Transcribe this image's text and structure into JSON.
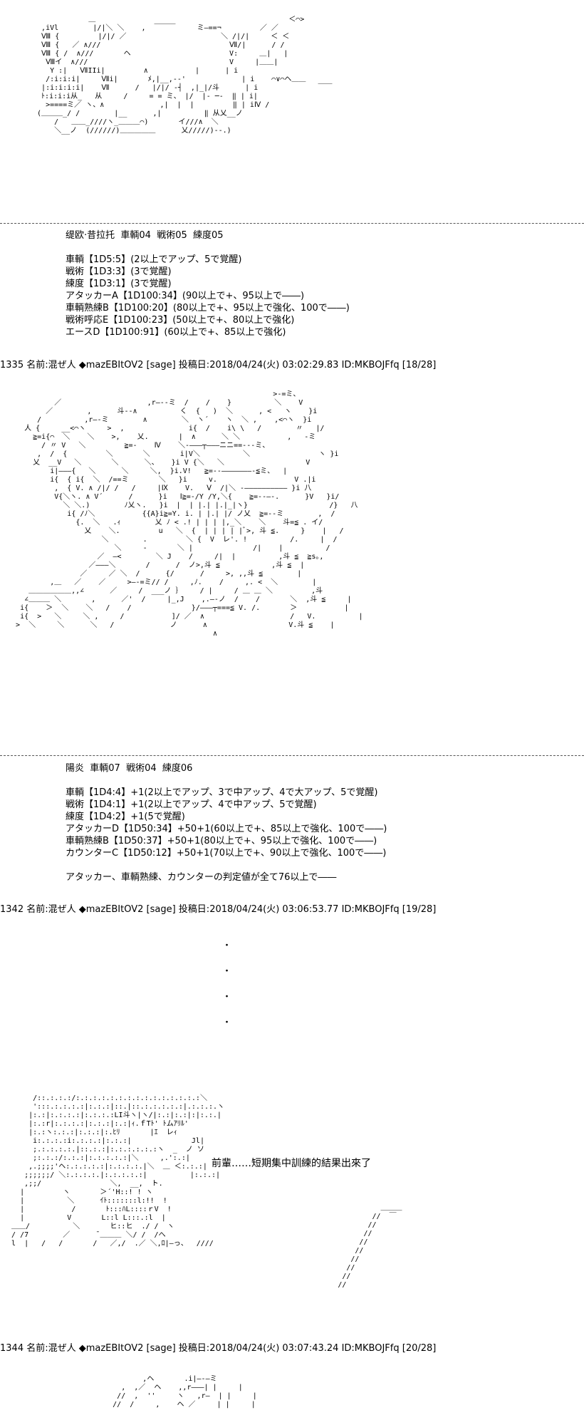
{
  "block1": {
    "title": "缇欧·昔拉托  車輌04  戦術05  練度05",
    "lines": [
      "車輌【1D5:5】(2以上でアップ、5で覚醒)",
      "戦術【1D3:3】(3で覚醒)",
      "練度【1D3:1】(3で覚醒)",
      "アタッカーA【1D100:34】(90以上で+、95以上で――)",
      "車輌熟練B【1D100:20】(80以上で+、95以上で強化、100で――)",
      "戦術呼応E【1D100:23】(50以上で+、80以上で強化)",
      "エースD【1D100:91】(60以上で+、85以上で強化)"
    ]
  },
  "post1335": {
    "header": "1335 名前:混ぜ人 ◆mazEBItOV2 [sage] 投稿日:2018/04/24(火) 03:02:29.83 ID:MKBOJFfq [18/28]"
  },
  "block2": {
    "title": "陽炎  車輌07  戦術04  練度06",
    "lines": [
      "車輌【1D4:4】+1(2以上でアップ、3で中アップ、4で大アップ、5で覚醒)",
      "戦術【1D4:1】+1(2以上でアップ、4で中アップ、5で覚醒)",
      "練度【1D4:2】+1(5で覚醒)",
      "アタッカーD【1D50:34】+50+1(60以上で+、85以上で強化、100で――)",
      "車輌熟練B【1D50:37】+50+1(80以上で+、95以上で強化、100で――)",
      "カウンターC【1D50:12】+50+1(70以上で+、90以上で強化、100で――)"
    ],
    "note": "アタッカー、車輌熟練、カウンターの判定値が全て76以上で――"
  },
  "post1342": {
    "header": "1342 名前:混ぜ人 ◆mazEBItOV2 [sage] 投稿日:2018/04/24(火) 03:06:53.77 ID:MKBOJFfq [19/28]"
  },
  "dots": [
    "・",
    "・",
    "・",
    "・"
  ],
  "dialogue": {
    "text": "前輩……短期集中訓練的結果出來了"
  },
  "post1344": {
    "header": "1344 名前:混ぜ人 ◆mazEBItOV2 [sage] 投稿日:2018/04/24(火) 03:07:43.24 ID:MKBOJFfq [20/28]"
  },
  "ascii_art": {
    "art1": "              ＿                                             ＜⌒>\n   ,iVl        |/|＼ ＼    ,  ￣￣￣     ミ―==¬         ／ ／\n   Ⅷ {         |/|/ ／                      ＼ /|/|     ＜ ＜\n   Ⅷ {   ／ ∧///                              Ⅶ/|      / /\n   Ⅷ { /  ∧///       ヘ                       V:     ＿|   |\n    Ⅷイ  ∧///                                 V     |＿＿|\n     Y :|   ⅦIIi|         ∧           |      | i\n    /:i:i:i|     Ⅶi|       ﾒ,|__,-‐'             | i    ⌒∨⌒ヘ＿＿\n   |:i:i:i:i|    Ⅶ      /   |/|/ ‐┤  ,|_|/斗      | i              ￣￣\n   ﾄ:i:i:i从_   从     /     = = ミ、 |/  |‐ ─‐  ‖ | i|\n    >====ミ／ ヽ、∧             ,|  |  |         ‖ | iⅣ /\n  (＿＿＿_/ /        |__      ,|          ‖ 从乂__ノ\n      /   ＿＿_////ヽ_＿＿＿⌒)       イ///∧  ＼\n      ＼__ノ  (//////)＿＿＿＿＿      乂/////)‐-.)",
    "art2": "                                                               >‐=ミ、\n            ／                    ,r―‐‐ミ  /    /    }          ＼    V\n          ／        ,      斗‐-∧          く  {   )  ＼      , <   ヽ    }i\n        /          ,r―‐ミ        ∧        ＼  ヽ´    ヽ  ＼ ,    ,<⌒ヽ  }i\n     人 {     __<⌒ヽ     >  ,               i{  /    i\\ \\   /        〃   |/\n       ≧=i{⌒  ＼    ＼    >,    乂.       |  ∧      ＼ ＼           ,   ‐ミ\n         / 〃 V   ＼         ≧=‐    Ⅳ    ＼‐―――┬―――ニニ==‐‐-ミ、\n        ,  /  {         ＼       ＼       i|V＼          ＼                ヽ }i\n       乂  __V   ＼       ＼      ＼、   }i V {＼   ＼                   V\n           i|―――{   ＼      ＼     ＼,  }i.V!   ≧=‐‐―――――――‐≦ミ、  |\n           i{  { i{  ＼  /==ミ       ＼   }i     v.                  V .|i\n            ,  { V. ∧ /|/ /   /     |Ⅸ    V.   Ⅴ  /|＼ ‐―――――――――― }i 八\n            V{＼ヽ. ∧ V´      /      }i   Ⅰ≧=‐/Y /Y,＼{    ≧=‐‐―‐.      }V   }i/\n              ＼ ＼.)        ﾉ乂ヽ.   }i  |  | |.| |.|_|ヽ}                   /}   八\n               i{ /ﾉ＼           {{A}i≧=Y. i. | |.| |/ ノ乂  ≧=‐‐ミ        ,  / \n                 {.  ＼   .ｨ        乂 ﾉ < .! | | | |,_＼    ＼    斗=≦ . イ/\n                   乂    ＼.         u   ＼  {  | | | | |ﾞ>, 斗 ≦.     }    |   /\n                       ＼        .         ＼ {  V  レ'. !          /.     |  /\n                          ＼     -       ＼ |              /|    |          /\n                      ／  ―<        ＼ J    /     /|  |          ,斗 ≦  ≧s｡,\n                    ／―――＼       /      /  ノ>,斗 ≦            ,斗 ≦  |\n                  ／     ／ ＼  /      {/      /     >, ,,斗 ≦        |\n           ,＿   ／    ／     >―‐=ミ// /     ,ﾉ.    /     ,. <  ＼        |\n      ＿＿＿＿＿＿,,∠      ／     /  ___ノ ｝    / |     / ＿ ＿ ＼         ,斗\n     ∠＿＿＿ ＼       ,      ／'  /     |_,J    ,.―‐ノ  /    /       ＼  ,斗 ≦     |\n    i{    ＞  ＼    ＼   /    /              }/―――┬===≦ V. /.       ＞           |\n    i{  >   ＼     ＼ ,     /           ]/ ／  ∧                    /   V.          |\n   >  ＼     ＼      ＼   /             ノ      ∧                   V.斗 ≦    |\n                                                 ∧",
    "art3": "       /::.:.:.:/:.:.:.:.:.:.:.:.:.:.:.:.:.:.:＼\n       ':::.:.:.:.:|:.:.:|::.|::.:.:.:.:.:|.:.:.:.ヽ\n      |:.:|:.:.:.:|:.:.:.:LI斗ヽ|ヽ/|:.:|:.:|:|:.:.|\n      |:.:r|:.:.:.:|:.:.:|:.:|ｨ.ｆTﾄ' ﾄムｱﾘﾙ'\n      |:.:ヽ:.:.:|:.:.:|:.ﾋﾘ       |ｴ  レｨ\n       i:.:.:.:i:.:.:.:|:.:.:|              Jl| \n       ;.:.:.:.:.|::.:.:|:.:.:.:.:.:ヽ  _  ノ ソ\n       ;:.:.:/:.:.:|:.:.:.:.:|＼     ,.':.:|\n      ,.;;;;'ヘ:.:.:.:.:|:.:.:.:.|＼  ＿ ＜:.:.:|\n     ;;;;;;/ ＼:.:.:.:.|:.:.:.:.:|          |:.:.:|\n     ,;;/                ＼,  __,  ト.\n    |         ヽ       ＞´'H::! ! ヽ\n    |          ＼      ｲﾄ:::::::l:!!  !\n    |           /       ﾄ:::ﾊL::::ｒV  !\n    |          V       L::l L:::.:l  |\n  ＿＿/          ＼       ヒ::ヒ  ./ /  ヽ\n  / /7        ／      ̄ ＿＿＿ ＼/ /  /へ\n  l  |   /   /       /   ／,/  .／ ＼,ﾛ|―っ、  ////",
    "art3_rail": "                          ＿＿＿\n                        //  ￣\n                       //\n                      //\n                     //\n                    //\n                   //\n                  //\n                 //\n                //",
    "art4": "               ,ヘ       .i|―‐―ミ\n          ,  ,／  ヘ    ,,r―――| |     |\n         //  ,  ''     ヽ   ,r―  | |     |\n        //  /     ,    ヘ ／     | |     |"
  }
}
